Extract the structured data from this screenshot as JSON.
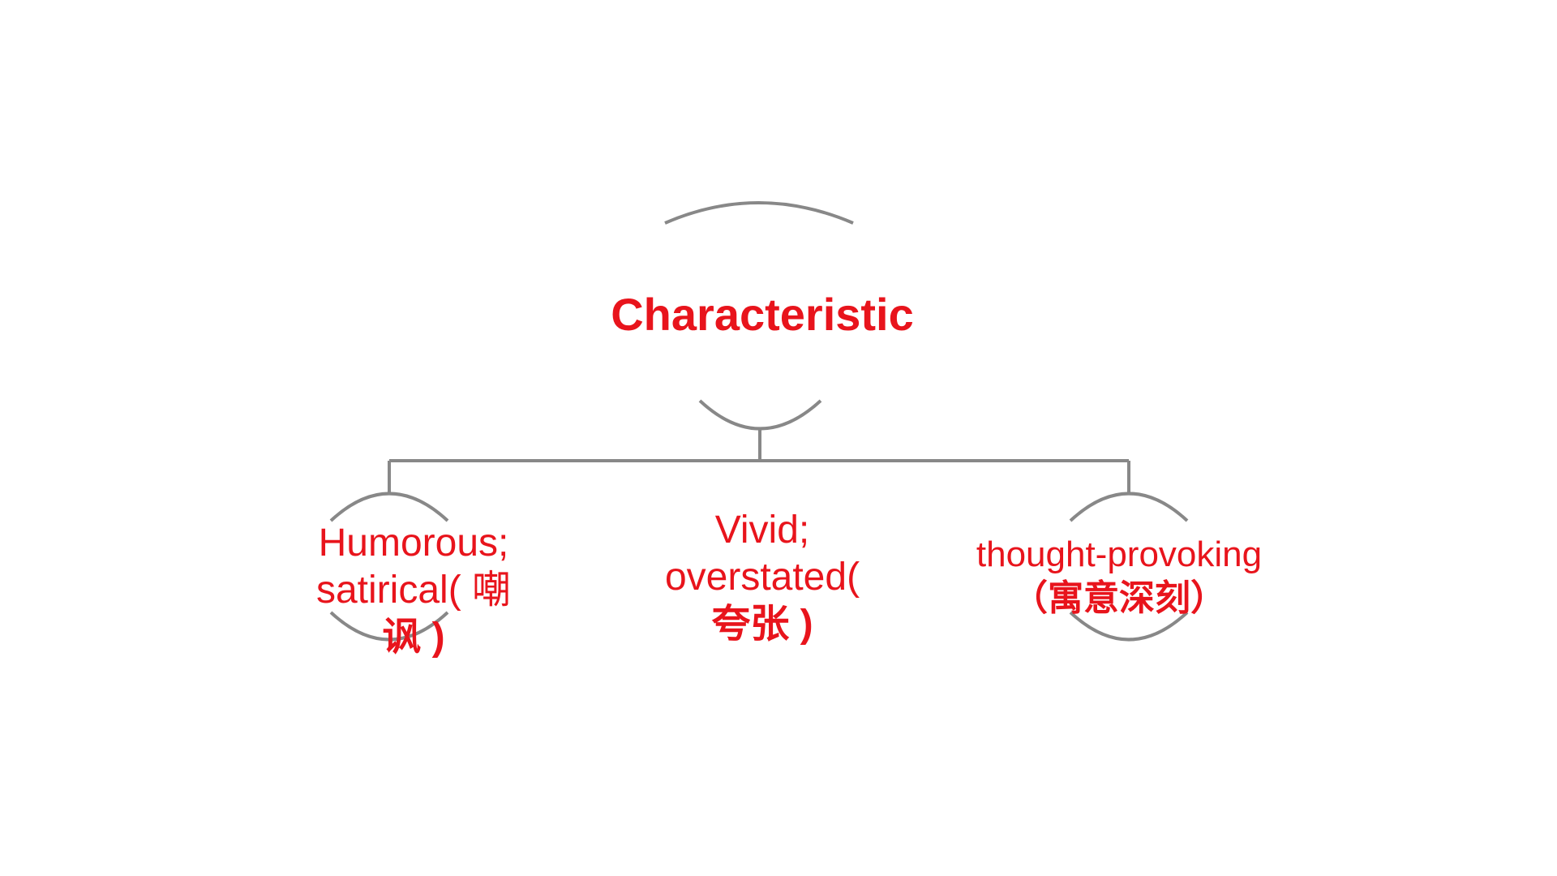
{
  "colors": {
    "text": "#e8141c",
    "line": "#888888",
    "background": "#ffffff"
  },
  "diagram": {
    "root": {
      "label": "Characteristic"
    },
    "children": [
      {
        "lines": [
          "Humorous;",
          "satirical( 嘲",
          "讽 )"
        ]
      },
      {
        "lines": [
          "Vivid;",
          "overstated(",
          "夸张 )"
        ]
      },
      {
        "lines": [
          "thought-provoking",
          "（寓意深刻）"
        ]
      }
    ]
  }
}
